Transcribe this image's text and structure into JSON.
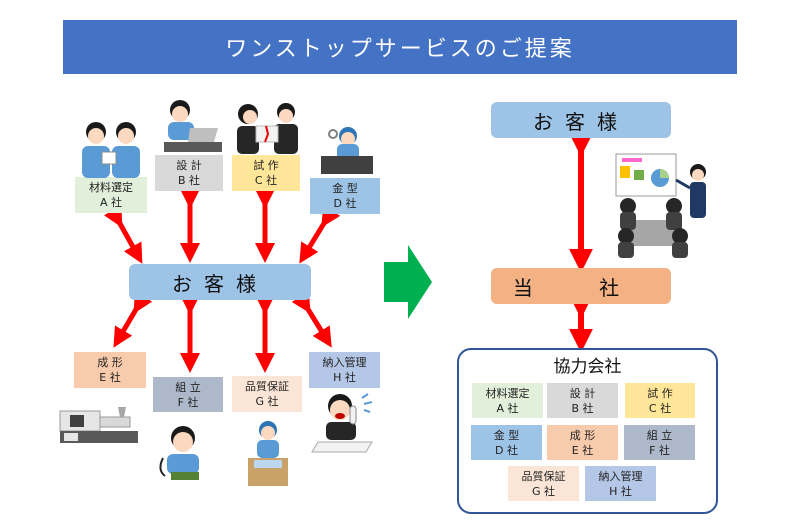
{
  "title": "ワンストップサービスのご提案",
  "left_diagram": {
    "customer": "お客様",
    "companies": [
      {
        "id": "A",
        "line1": "材料選定",
        "line2": "A 社",
        "color": "#e2efda"
      },
      {
        "id": "B",
        "line1": "設 計",
        "line2": "B 社",
        "color": "#d9d9d9"
      },
      {
        "id": "C",
        "line1": "試 作",
        "line2": "C 社",
        "color": "#ffe699"
      },
      {
        "id": "D",
        "line1": "金 型",
        "line2": "D 社",
        "color": "#9dc3e6"
      },
      {
        "id": "E",
        "line1": "成 形",
        "line2": "E 社",
        "color": "#f8cbad"
      },
      {
        "id": "F",
        "line1": "組 立",
        "line2": "F 社",
        "color": "#adb9ca"
      },
      {
        "id": "G",
        "line1": "品質保証",
        "line2": "G 社",
        "color": "#fbe5d6"
      },
      {
        "id": "H",
        "line1": "納入管理",
        "line2": "H 社",
        "color": "#b4c7e7"
      }
    ]
  },
  "right_diagram": {
    "customer": "お客様",
    "our_company": "当 社",
    "partners_title": "協力会社",
    "partners": [
      {
        "id": "A",
        "line1": "材料選定",
        "line2": "A 社",
        "color": "#e2efda"
      },
      {
        "id": "B",
        "line1": "設 計",
        "line2": "B 社",
        "color": "#d9d9d9"
      },
      {
        "id": "C",
        "line1": "試 作",
        "line2": "C 社",
        "color": "#ffe699"
      },
      {
        "id": "D",
        "line1": "金 型",
        "line2": "D 社",
        "color": "#9dc3e6"
      },
      {
        "id": "E",
        "line1": "成 形",
        "line2": "E 社",
        "color": "#f8cbad"
      },
      {
        "id": "F",
        "line1": "組 立",
        "line2": "F 社",
        "color": "#adb9ca"
      },
      {
        "id": "G",
        "line1": "品質保証",
        "line2": "G 社",
        "color": "#fbe5d6"
      },
      {
        "id": "H",
        "line1": "納入管理",
        "line2": "H 社",
        "color": "#b4c7e7"
      }
    ]
  },
  "colors": {
    "title_bar": "#4472c4",
    "customer_box": "#9dc3e6",
    "our_company_box": "#f4b183",
    "arrow_red": "#ff0000",
    "transition_arrow": "#00b050",
    "partner_frame": "#2f5597"
  },
  "illustrations": [
    "meeting-people",
    "designer-laptop",
    "prototype-puzzle",
    "mold-worker",
    "injection-molding-machine",
    "assembly-worker",
    "quality-inspector",
    "delivery-phone-worker",
    "presentation-meeting"
  ]
}
